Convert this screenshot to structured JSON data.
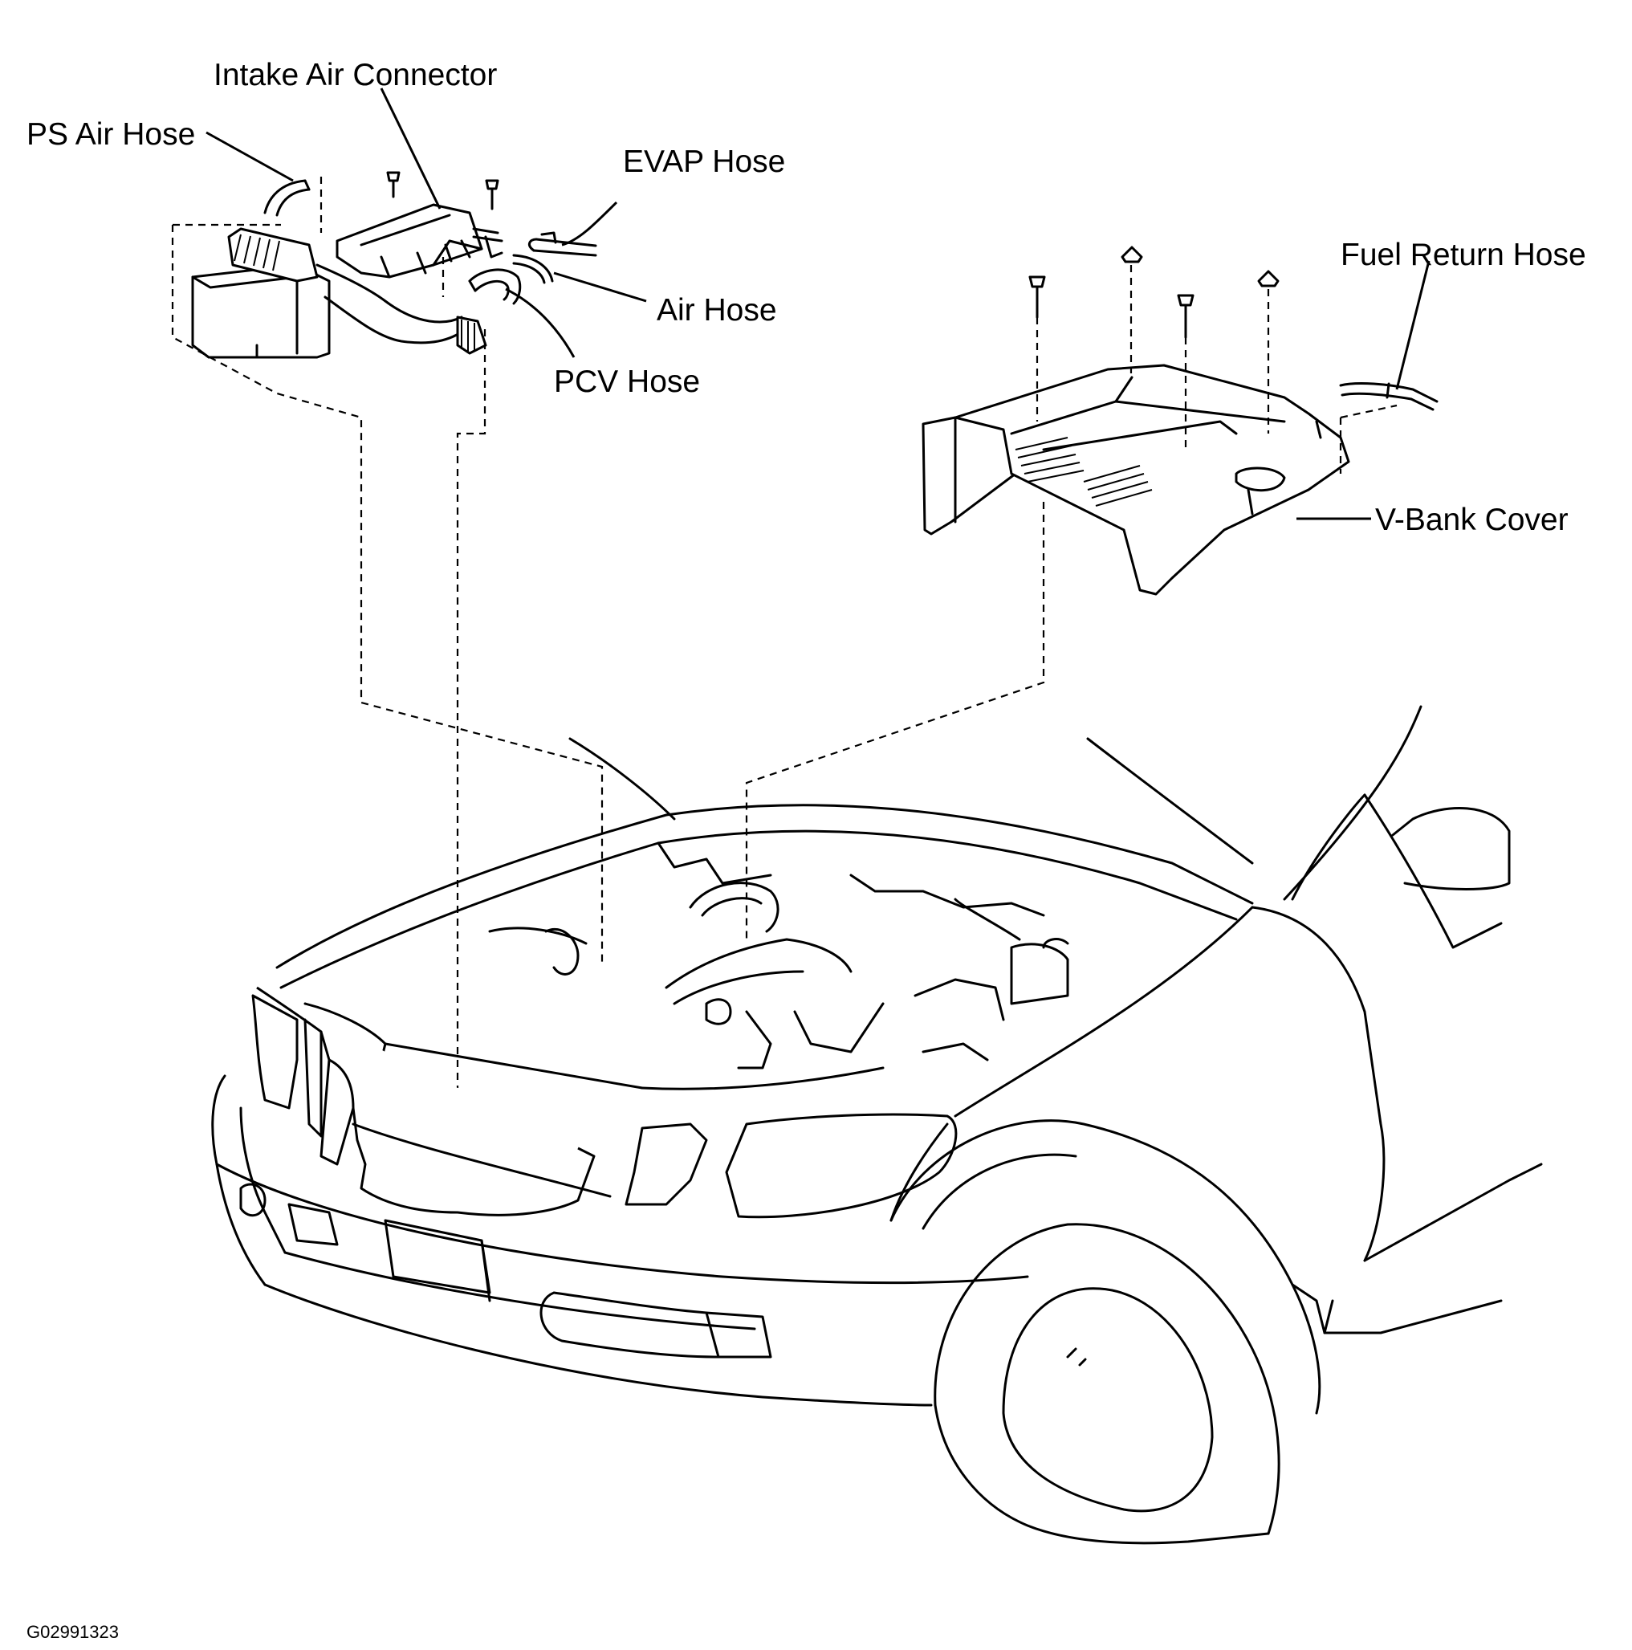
{
  "labels": {
    "intake_air_connector": "Intake Air Connector",
    "ps_air_hose": "PS Air Hose",
    "evap_hose": "EVAP Hose",
    "air_hose": "Air Hose",
    "pcv_hose": "PCV Hose",
    "fuel_return_hose": "Fuel Return Hose",
    "v_bank_cover": "V-Bank  Cover"
  },
  "figure_code": "G02991323"
}
